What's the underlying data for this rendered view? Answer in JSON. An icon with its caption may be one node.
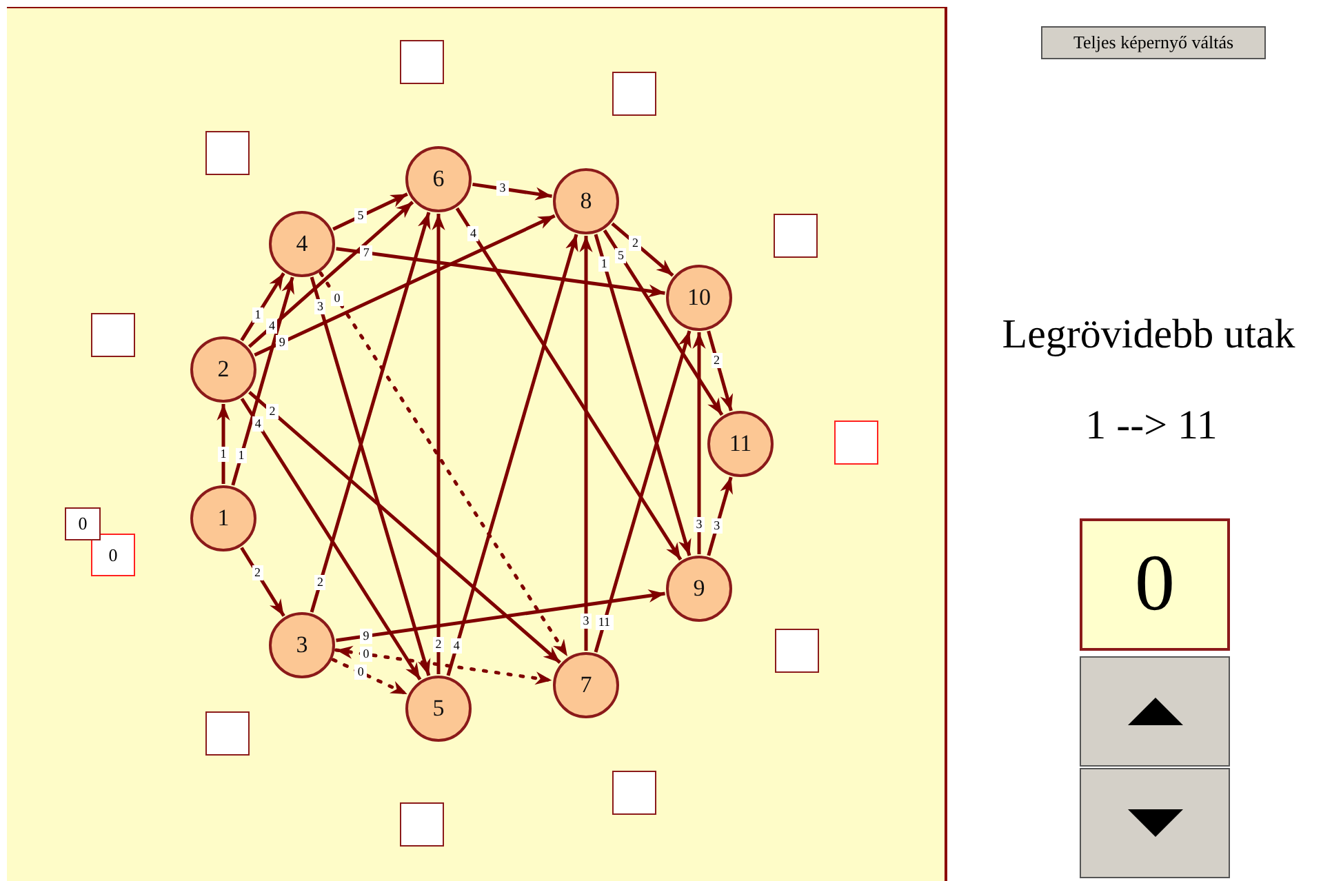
{
  "diagram": {
    "title": "Legrövidebb utak",
    "nodes": [
      {
        "text": [
          "1"
        ]
      },
      {
        "text": [
          "2"
        ]
      },
      {
        "text": [
          "3"
        ]
      },
      {
        "text": [
          "4"
        ]
      },
      {
        "text": [
          "5"
        ]
      },
      {
        "text": [
          "6"
        ]
      },
      {
        "text": [
          "7"
        ]
      },
      {
        "text": [
          "8"
        ]
      },
      {
        "text": [
          "9"
        ]
      },
      {
        "text": [
          "10"
        ]
      },
      {
        "text": [
          "11"
        ]
      },
      {
        "text": [],
        "shape": "box"
      },
      {
        "text": [],
        "shape": "box"
      },
      {
        "text": [],
        "shape": "box"
      },
      {
        "text": [],
        "shape": "box"
      },
      {
        "text": [],
        "shape": "box"
      },
      {
        "text": [],
        "shape": "box"
      },
      {
        "text": [
          "0"
        ]
      },
      {
        "text": [
          "0"
        ]
      },
      {
        "text": [],
        "shape": "box"
      },
      {
        "text": [],
        "shape": "box"
      },
      {
        "text": [],
        "shape": "box"
      },
      {
        "text": [],
        "shape": "box"
      }
    ],
    "edges": [
      {
        "from": 0,
        "to": 1,
        "arrow": "to",
        "label": "1"
      },
      {
        "from": 0,
        "to": 3,
        "arrow": "to",
        "label": "1"
      },
      {
        "from": 0,
        "to": 2,
        "arrow": "to",
        "label": "2"
      },
      {
        "from": 1,
        "to": 3,
        "arrow": "to",
        "label": "1"
      },
      {
        "from": 1,
        "to": 5,
        "arrow": "to",
        "label": "4"
      },
      {
        "from": 1,
        "to": 7,
        "arrow": "to",
        "label": "9"
      },
      {
        "from": 1,
        "to": 4,
        "arrow": "to",
        "label": "4"
      },
      {
        "from": 1,
        "to": 6,
        "arrow": "to",
        "label": "2"
      },
      {
        "from": 2,
        "to": 5,
        "arrow": "to",
        "label": "2"
      },
      {
        "from": 2,
        "to": 8,
        "arrow": "to",
        "label": "9"
      },
      {
        "from": 2,
        "to": 6,
        "arrow": "both",
        "label": "0",
        "style": "dashed"
      },
      {
        "from": 2,
        "to": 4,
        "arrow": "to",
        "label": "0",
        "style": "dashed"
      },
      {
        "from": 3,
        "to": 5,
        "arrow": "to",
        "label": "5"
      },
      {
        "from": 3,
        "to": 9,
        "arrow": "to",
        "label": "7"
      },
      {
        "from": 3,
        "to": 4,
        "arrow": "to",
        "label": "3"
      },
      {
        "from": 3,
        "to": 6,
        "arrow": "to",
        "label": "0",
        "style": "dashed"
      },
      {
        "from": 4,
        "to": 5,
        "arrow": "to",
        "label": "2"
      },
      {
        "from": 4,
        "to": 7,
        "arrow": "to",
        "label": "4"
      },
      {
        "from": 5,
        "to": 7,
        "arrow": "to",
        "label": "3"
      },
      {
        "from": 5,
        "to": 8,
        "arrow": "to",
        "label": "4"
      },
      {
        "from": 6,
        "to": 7,
        "arrow": "to",
        "label": "3"
      },
      {
        "from": 6,
        "to": 9,
        "arrow": "to",
        "label": "11"
      },
      {
        "from": 7,
        "to": 9,
        "arrow": "to",
        "label": "2"
      },
      {
        "from": 7,
        "to": 8,
        "arrow": "to",
        "label": "1"
      },
      {
        "from": 7,
        "to": 10,
        "arrow": "to",
        "label": "5"
      },
      {
        "from": 8,
        "to": 9,
        "arrow": "to",
        "label": "3"
      },
      {
        "from": 8,
        "to": 10,
        "arrow": "to",
        "label": "3"
      },
      {
        "from": 9,
        "to": 10,
        "arrow": "to",
        "label": "2"
      }
    ],
    "labels": [
      "Teljes képernyő váltás",
      "1 --> 11",
      "0"
    ]
  }
}
